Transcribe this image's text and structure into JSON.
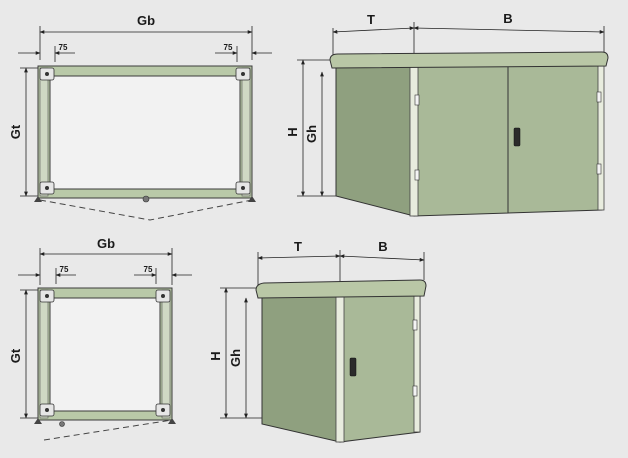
{
  "top_plan": {
    "width_label": "Gb",
    "depth_label": "Gt",
    "offset_left": "75",
    "offset_right": "75"
  },
  "top_elevation": {
    "depth_label": "T",
    "width_label": "B",
    "height_label": "H",
    "inner_height_label": "Gh"
  },
  "bottom_plan": {
    "width_label": "Gb",
    "depth_label": "Gt",
    "offset_left": "75",
    "offset_right": "75"
  },
  "bottom_elevation": {
    "depth_label": "T",
    "width_label": "B",
    "height_label": "H",
    "inner_height_label": "Gh"
  },
  "colors": {
    "panel_green": "#a9b998",
    "side_green": "#8fa07f",
    "roof_green": "#b9c7a6",
    "background": "#e9e9e9"
  }
}
